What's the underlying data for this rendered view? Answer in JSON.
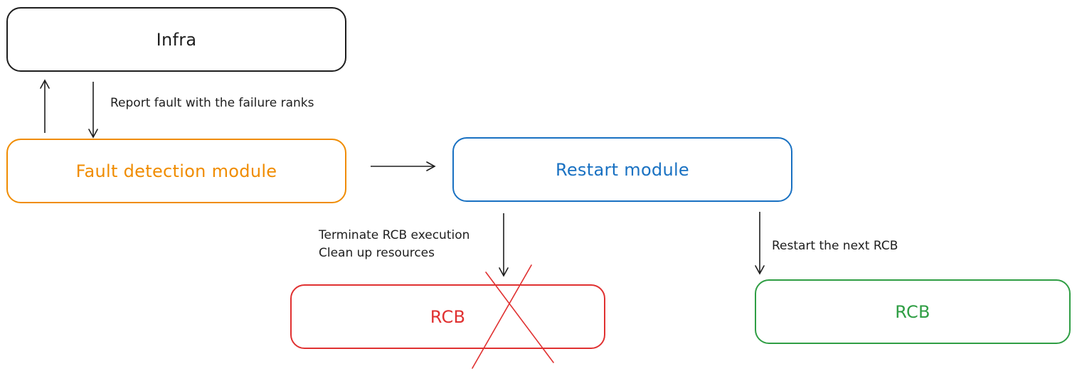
{
  "nodes": {
    "infra": {
      "label": "Infra",
      "color": "#1e1e1e"
    },
    "fault_detection": {
      "label": "Fault detection module",
      "color": "#f08c00"
    },
    "restart": {
      "label": "Restart module",
      "color": "#1971c2"
    },
    "rcb_terminated": {
      "label": "RCB",
      "color": "#e03131"
    },
    "rcb_next": {
      "label": "RCB",
      "color": "#2f9e44"
    }
  },
  "edges": {
    "report_fault": "Report fault with the failure ranks",
    "terminate_line1": "Terminate RCB execution",
    "terminate_line2": "Clean up resources",
    "restart_next": "Restart the next RCB"
  },
  "colors": {
    "stroke": "#1e1e1e",
    "cross": "#e03131"
  }
}
